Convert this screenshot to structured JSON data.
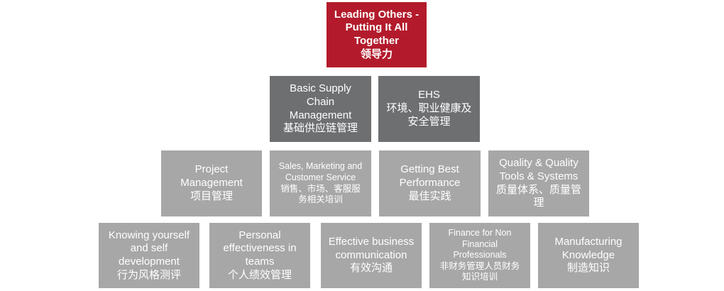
{
  "diagram": {
    "leading_others": {
      "text": "Leading Others -\nPutting It All\nTogether\n领导力",
      "color": "#b31b2c"
    },
    "tier2": {
      "color": "#6e6f71",
      "basic_supply_chain": {
        "text": "Basic Supply\nChain\nManagement\n基础供应链管理"
      },
      "ehs": {
        "text": "EHS\n环境、职业健康及\n安全管理"
      }
    },
    "tier3": {
      "color": "#a7a7a8",
      "project_management": {
        "text": "Project\nManagement\n项目管理"
      },
      "sales_marketing": {
        "text": "Sales, Marketing and\nCustomer Service\n销售、市场、客服服\n务相关培训"
      },
      "getting_best_performance": {
        "text": "Getting Best\nPerformance\n最佳实践"
      },
      "quality_tools": {
        "text": "Quality & Quality\nTools & Systems\n质量体系、质量管\n理"
      }
    },
    "tier4": {
      "color": "#a7a7a8",
      "knowing_yourself": {
        "text": "Knowing yourself\nand self\ndevelopment\n行为风格测评"
      },
      "personal_effectiveness": {
        "text": "Personal\neffectiveness in\nteams\n个人绩效管理"
      },
      "effective_business_communication": {
        "text": "Effective business\ncommunication\n有效沟通"
      },
      "finance_non_financial": {
        "text": "Finance for Non\nFinancial\nProfessionals\n非财务管理人员财务\n知识培训"
      },
      "manufacturing_knowledge": {
        "text": "Manufacturing\nKnowledge\n制造知识"
      }
    }
  }
}
